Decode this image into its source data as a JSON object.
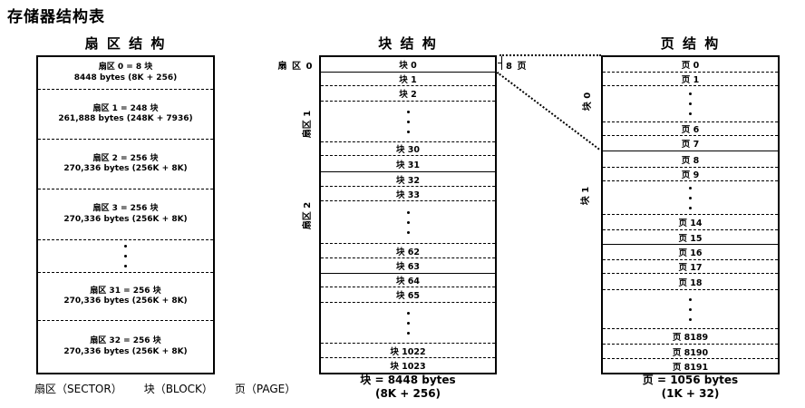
{
  "title": "存储器结构表",
  "sector_column": {
    "heading": "扇 区 结 构",
    "sections": [
      {
        "line1": "扇区 0 = 8 块",
        "line2": "8448 bytes (8K + 256)"
      },
      {
        "line1": "扇区 1 = 248 块",
        "line2": "261,888 bytes (248K + 7936)"
      },
      {
        "line1": "扇区 2 = 256 块",
        "line2": "270,336 bytes (256K + 8K)"
      },
      {
        "line1": "扇区 3 = 256 块",
        "line2": "270,336 bytes (256K + 8K)"
      },
      {
        "line1": "扇区 31 = 256 块",
        "line2": "270,336 bytes (256K + 8K)"
      },
      {
        "line1": "扇区 32 = 256 块",
        "line2": "270,336 bytes (256K + 8K)"
      }
    ]
  },
  "block_column": {
    "heading": "块 结 构",
    "side_labels": {
      "sector0": "扇 区 0",
      "sector1": "扇区 1",
      "sector2": "扇区 2"
    },
    "rows": [
      "块 0",
      "块 1",
      "块 2",
      "块 30",
      "块 31",
      "块 32",
      "块 33",
      "块 62",
      "块 63",
      "块 64",
      "块 65",
      "块 1022",
      "块 1023"
    ],
    "caption_line1": "块 = 8448 bytes",
    "caption_line2": "(8K + 256)"
  },
  "page_column": {
    "heading": "页 结 构",
    "side_labels": {
      "block0": "块 0",
      "block1": "块 1"
    },
    "eight_pages_label": "8 页",
    "rows": [
      "页 0",
      "页 1",
      "页 6",
      "页 7",
      "页 8",
      "页 9",
      "页 14",
      "页 15",
      "页 16",
      "页 17",
      "页 18",
      "页 8189",
      "页 8190",
      "页 8191"
    ],
    "caption_line1": "页 = 1056 bytes",
    "caption_line2": "(1K + 32)"
  },
  "legend": {
    "items": [
      "扇区（SECTOR）",
      "块（BLOCK）",
      "页（PAGE）"
    ]
  }
}
